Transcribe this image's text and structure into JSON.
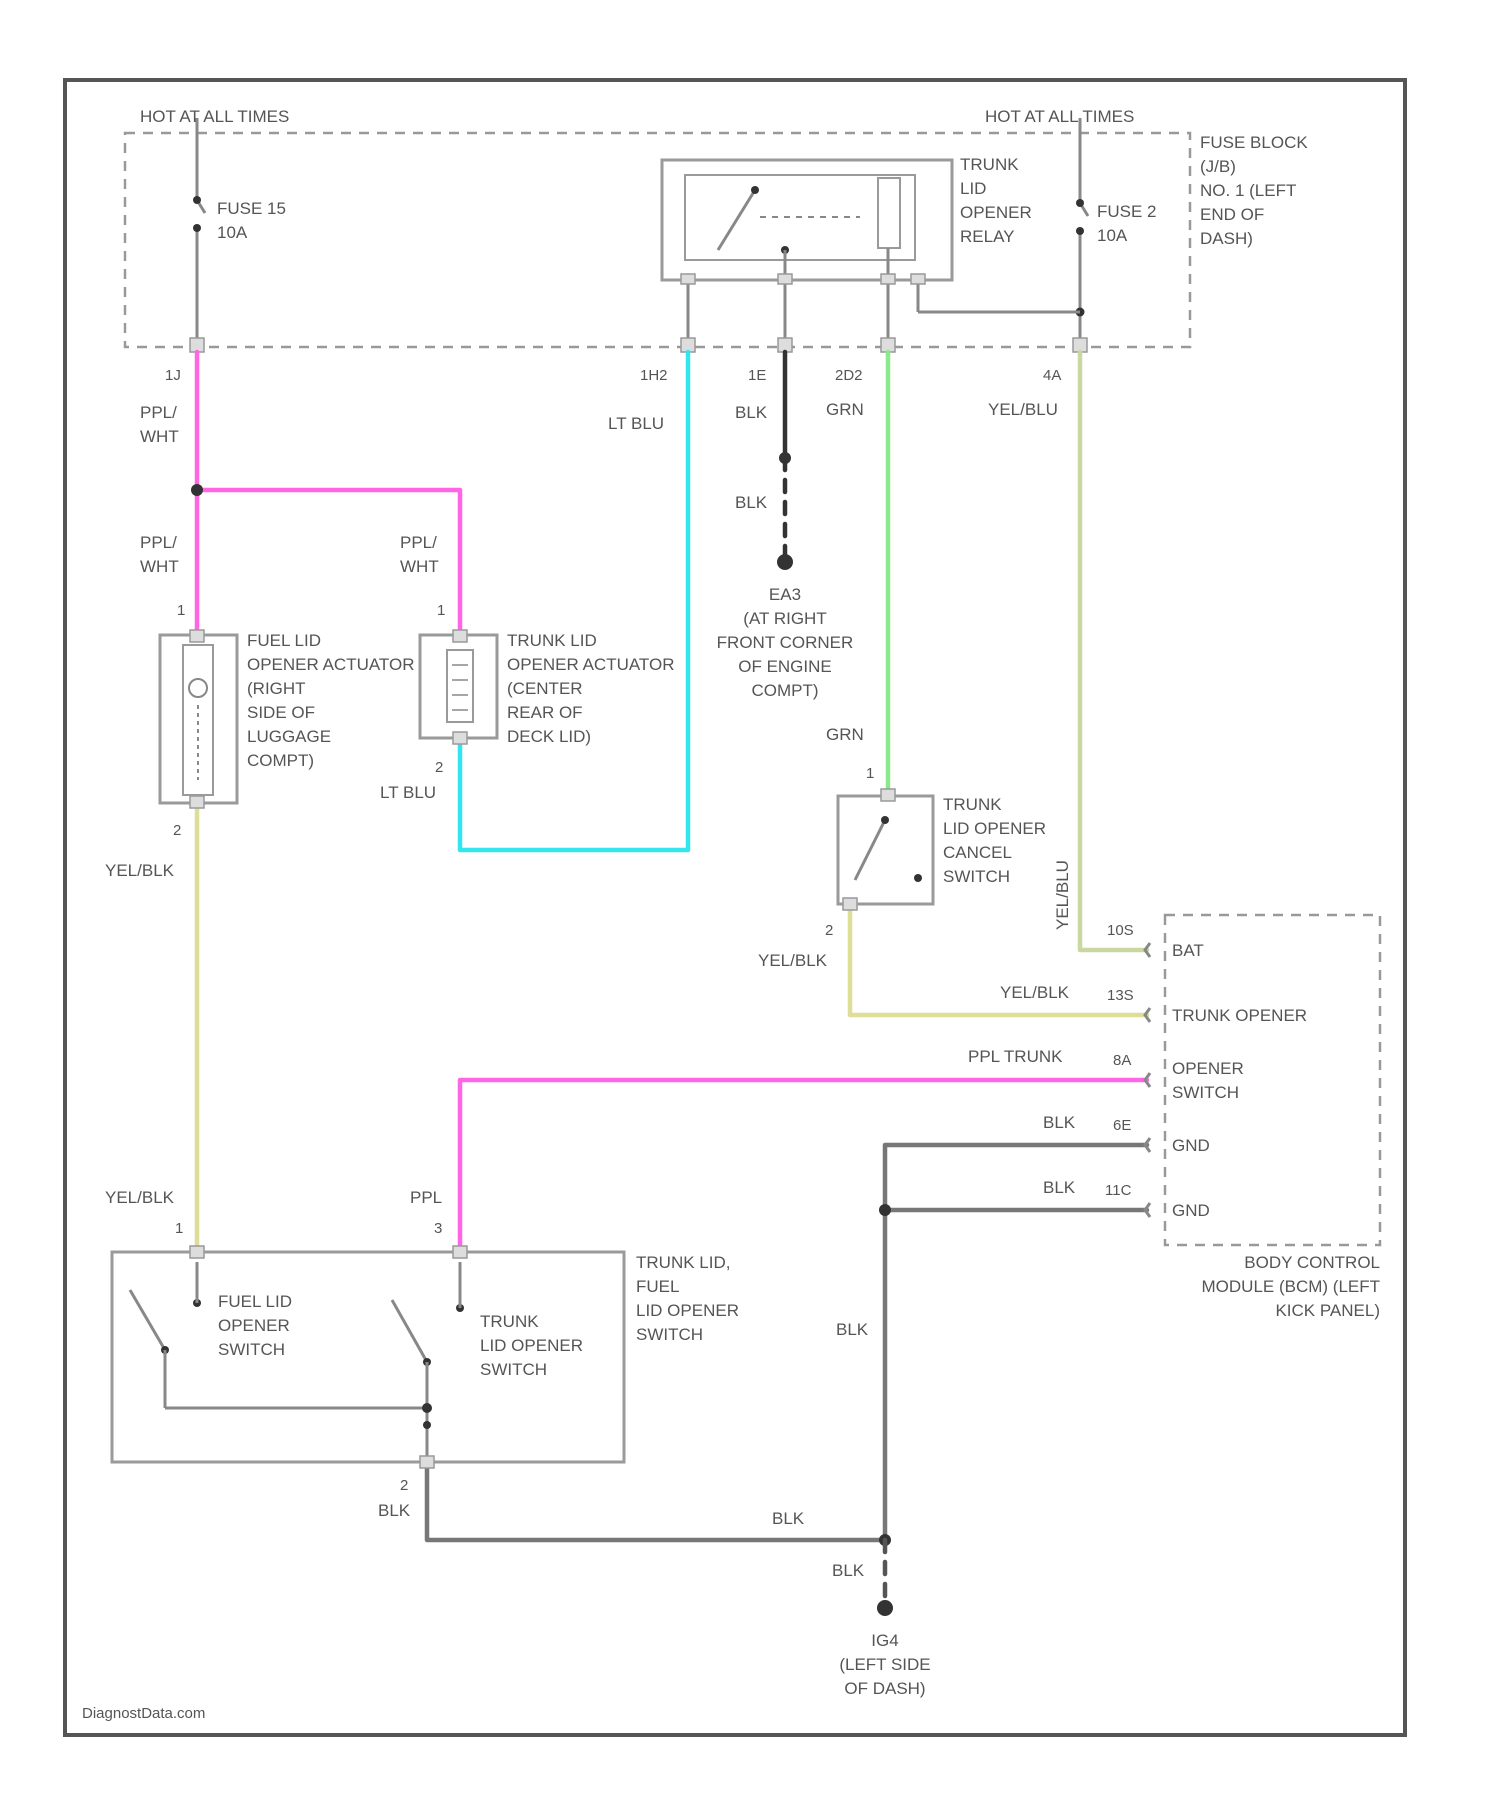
{
  "diagram": {
    "hot_left": "HOT AT ALL TIMES",
    "hot_right": "HOT AT ALL TIMES",
    "fuse15": {
      "name": "FUSE 15",
      "rating": "10A"
    },
    "fuse2": {
      "name": "FUSE 2",
      "rating": "10A"
    },
    "fuse_block": [
      "FUSE BLOCK",
      "(J/B)",
      "NO. 1 (LEFT",
      "END OF",
      "DASH)"
    ],
    "relay": [
      "TRUNK",
      "LID",
      "OPENER",
      "RELAY"
    ],
    "pins": {
      "p1J": "1J",
      "p1H": "1H2",
      "p1E": "1E",
      "p2D": "2D2",
      "p4A": "4A",
      "fuel_act_1": "1",
      "fuel_act_2": "2",
      "trunk_act_1": "1",
      "trunk_act_2": "2",
      "cancel_1": "1",
      "cancel_2": "2",
      "bcm_bat": "10S",
      "bcm_trunk": "13S",
      "bcm_open": "8A",
      "bcm_gnd1": "6E",
      "bcm_gnd2": "11C",
      "sw_1": "1",
      "sw_3": "3",
      "sw_2": "2"
    },
    "wires": {
      "ppl_wht_1": [
        "PPL/",
        "WHT"
      ],
      "ppl_wht_2": [
        "PPL/",
        "WHT"
      ],
      "ppl_wht_3": [
        "PPL/",
        "WHT"
      ],
      "lt_blu_1": "LT BLU",
      "lt_blu_2": "LT BLU",
      "blk_1": "BLK",
      "blk_2": "BLK",
      "grn_1": "GRN",
      "grn_2": "GRN",
      "yel_blu_1": "YEL/BLU",
      "yel_blu_2": "YEL/BLU",
      "yel_blk_1": "YEL/BLK",
      "yel_blk_2": "YEL/BLK",
      "yel_blk_3": "YEL/BLK",
      "yel_blk_4": "YEL/BLK",
      "ppl_trunk": "PPL TRUNK",
      "ppl": "PPL",
      "blk_3": "BLK",
      "blk_4": "BLK",
      "blk_5": "BLK",
      "blk_6": "BLK",
      "blk_7": "BLK",
      "blk_8": "BLK"
    },
    "ground_e": [
      "EA3",
      "(AT RIGHT",
      "FRONT CORNER",
      "OF ENGINE",
      "COMPT)"
    ],
    "fuel_actuator": [
      "FUEL LID",
      "OPENER ACTUATOR",
      "(RIGHT",
      "SIDE OF",
      "LUGGAGE",
      "COMPT)"
    ],
    "trunk_actuator": [
      "TRUNK LID",
      "OPENER ACTUATOR",
      "(CENTER",
      "REAR OF",
      "DECK LID)"
    ],
    "cancel_switch": [
      "TRUNK",
      "LID OPENER",
      "CANCEL",
      "SWITCH"
    ],
    "bcm_pins": [
      "BAT",
      "TRUNK OPENER",
      "OPENER",
      "SWITCH",
      "GND",
      "GND"
    ],
    "bcm_label": [
      "BODY CONTROL",
      "MODULE (BCM) (LEFT",
      "KICK PANEL)"
    ],
    "main_switch": [
      "TRUNK LID,",
      "FUEL",
      "LID OPENER",
      "SWITCH"
    ],
    "fuel_switch": [
      "FUEL LID",
      "OPENER",
      "SWITCH"
    ],
    "trunk_switch": [
      "TRUNK",
      "LID OPENER",
      "SWITCH"
    ],
    "ground_i": [
      "IG4",
      "(LEFT SIDE",
      "OF DASH)"
    ],
    "watermark": "DiagnostData.com"
  },
  "colors": {
    "pink": "#ff66e6",
    "cyan": "#33e6ee",
    "green": "#8ae98a",
    "yellow": "#dede99",
    "olive": "#c8d8a0",
    "black": "#333333",
    "gray": "#777777"
  }
}
